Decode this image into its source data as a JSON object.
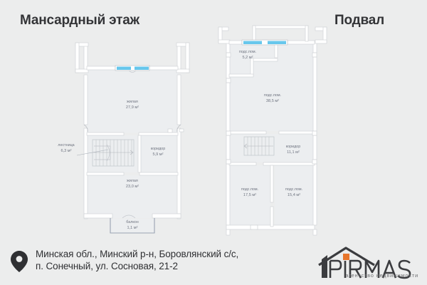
{
  "titles": {
    "left": "Мансардный этаж",
    "right": "Подвал"
  },
  "colors": {
    "background": "#eceded",
    "wall_fill": "#ffffff",
    "wall_stroke": "#d2d5d8",
    "room_fill": "#eceef0",
    "label_text": "#6f7480",
    "window_blue": "#67c7ec",
    "title_text": "#333437",
    "logo_orange": "#e8762c",
    "logo_dark": "#3b3c3f"
  },
  "floor_mansard": {
    "name": "Мансардный этаж",
    "rooms": [
      {
        "label": "жилая",
        "area": "27,9 м²",
        "name": "room-living-upper"
      },
      {
        "label": "лестница",
        "area": "6,3 м²",
        "name": "room-stairs",
        "callout": true
      },
      {
        "label": "коридор",
        "area": "5,9 м²",
        "name": "room-corridor"
      },
      {
        "label": "жилая",
        "area": "23,0 м²",
        "name": "room-living-lower"
      },
      {
        "label": "балкон",
        "area": "1,1 м²",
        "name": "room-balcony"
      }
    ],
    "windows": 2
  },
  "floor_basement": {
    "name": "Подвал",
    "rooms": [
      {
        "label": "подс.пом.",
        "area": "5,2 м²",
        "name": "room-basement-small"
      },
      {
        "label": "подс.пом.",
        "area": "38,5 м²",
        "name": "room-basement-main"
      },
      {
        "label": "коридор",
        "area": "11,1 м²",
        "name": "room-basement-corridor"
      },
      {
        "label": "подс.пом.",
        "area": "17,5 м²",
        "name": "room-basement-left"
      },
      {
        "label": "подс.пом.",
        "area": "15,4 м²",
        "name": "room-basement-right"
      }
    ],
    "windows": 2
  },
  "footer": {
    "pin_icon": "location-pin-icon",
    "address_line1": "Минская обл., Минский р-н, Боровлянский с/с,",
    "address_line2": "п. Сонечный, ул. Сосновая, 21-2",
    "logo": {
      "brand": "PIRMAS",
      "tagline": "агентство недвижимости",
      "mark": "house-roof-icon"
    }
  }
}
